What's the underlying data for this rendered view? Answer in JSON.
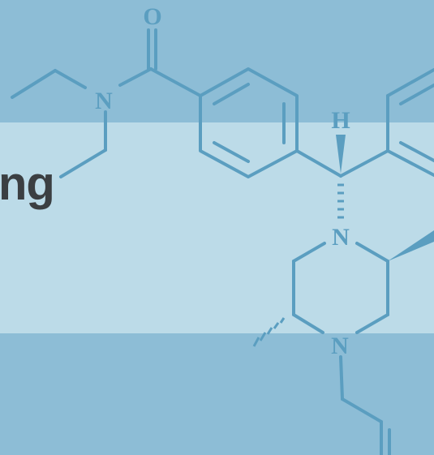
{
  "slide": {
    "heading_fragment": "ng",
    "colors": {
      "background": "#8dbdd6",
      "band": "#bcdbe8",
      "structure_line": "#5b9ec0",
      "heading_text": "#3b3f42"
    }
  },
  "structure": {
    "icon": "chemical-structure-watermark",
    "atom_labels": {
      "oxygen": "O",
      "amide_nitrogen": "N",
      "hydrogen": "H",
      "ring_nitrogen_top": "N",
      "ring_nitrogen_bottom": "N"
    }
  }
}
